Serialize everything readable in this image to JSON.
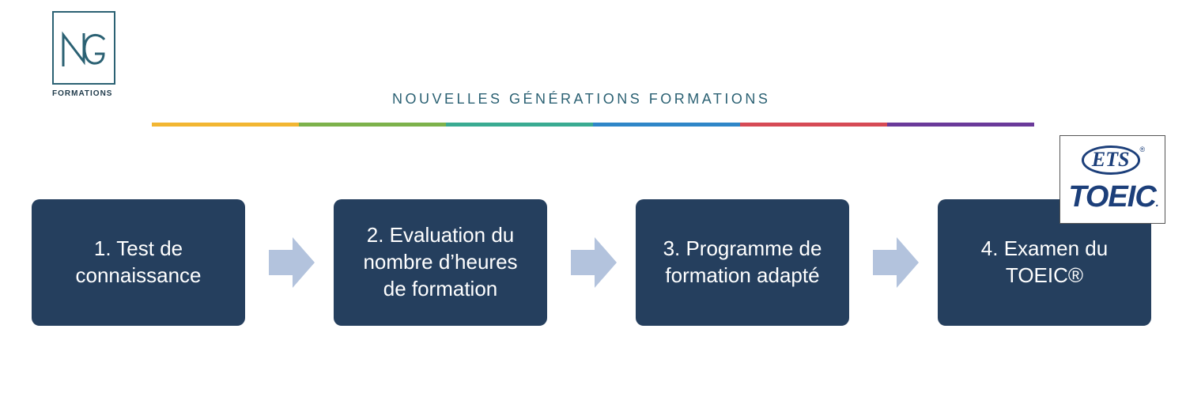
{
  "logo": {
    "monogram": "NG",
    "subtitle": "FORMATIONS",
    "color": "#2b6173"
  },
  "header": {
    "tagline": "NOUVELLES GÉNÉRATIONS FORMATIONS",
    "rainbow_colors": [
      "#f2b632",
      "#7db24b",
      "#3aab92",
      "#2f86c8",
      "#d64a55",
      "#6a3a9a"
    ]
  },
  "steps": [
    {
      "label": "1. Test de\nconnaissance"
    },
    {
      "label": "2. Evaluation du\nnombre d’heures\nde formation"
    },
    {
      "label": "3. Programme de\nformation adapté"
    },
    {
      "label": "4. Examen du\nTOEIC®"
    }
  ],
  "arrow_color": "#b3c3dd",
  "step_color": "#253f5e",
  "badge": {
    "top_text": "ETS",
    "registered_mark": "®",
    "main_text": "TOEIC",
    "main_mark": "."
  }
}
